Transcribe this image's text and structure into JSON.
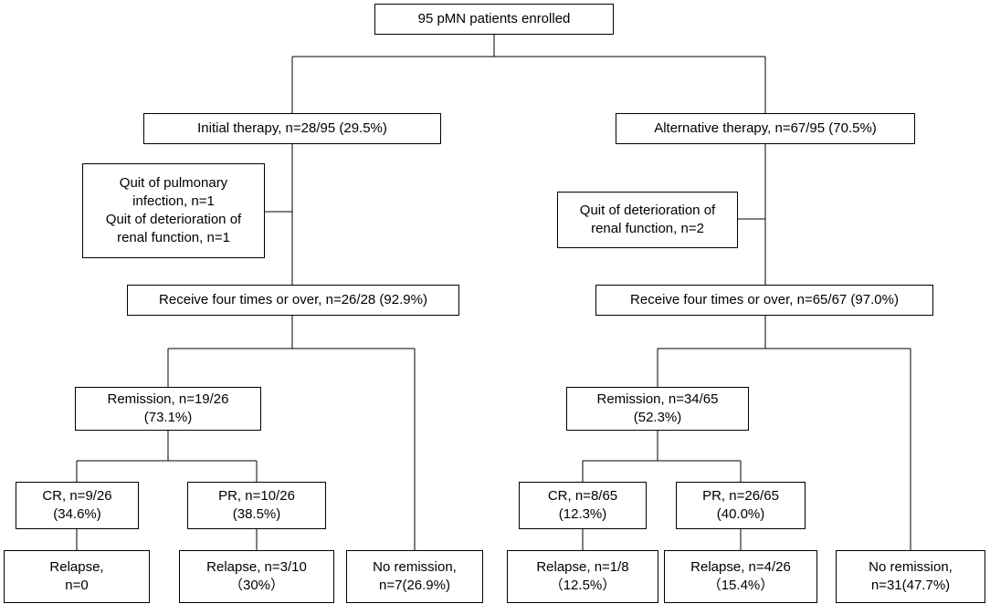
{
  "nodes": {
    "root": {
      "lines": [
        "95 pMN patients enrolled"
      ]
    },
    "initial": {
      "lines": [
        "Initial therapy, n=28/95 (29.5%)"
      ]
    },
    "alternative": {
      "lines": [
        "Alternative therapy, n=67/95 (70.5%)"
      ]
    },
    "quit_left": {
      "lines": [
        "Quit of pulmonary",
        "infection, n=1",
        "Quit of deterioration of",
        "renal function, n=1"
      ]
    },
    "quit_right": {
      "lines": [
        "Quit of deterioration of",
        "renal function, n=2"
      ]
    },
    "receive_left": {
      "lines": [
        "Receive four times or over, n=26/28 (92.9%)"
      ]
    },
    "receive_right": {
      "lines": [
        "Receive four times or over, n=65/67 (97.0%)"
      ]
    },
    "remission_left": {
      "lines": [
        "Remission, n=19/26",
        "(73.1%)"
      ]
    },
    "remission_right": {
      "lines": [
        "Remission, n=34/65",
        "(52.3%)"
      ]
    },
    "cr_left": {
      "lines": [
        "CR, n=9/26",
        "(34.6%)"
      ]
    },
    "pr_left": {
      "lines": [
        "PR, n=10/26",
        "(38.5%)"
      ]
    },
    "cr_right": {
      "lines": [
        "CR, n=8/65",
        "(12.3%)"
      ]
    },
    "pr_right": {
      "lines": [
        "PR, n=26/65",
        "(40.0%)"
      ]
    },
    "relapse_cr_left": {
      "lines": [
        "Relapse,",
        "n=0"
      ]
    },
    "relapse_pr_left": {
      "lines": [
        "Relapse, n=3/10",
        "（30%）"
      ]
    },
    "noremission_left": {
      "lines": [
        "No remission,",
        "n=7(26.9%)"
      ]
    },
    "relapse_cr_right": {
      "lines": [
        "Relapse, n=1/8",
        "（12.5%）"
      ]
    },
    "relapse_pr_right": {
      "lines": [
        "Relapse, n=4/26",
        "（15.4%）"
      ]
    },
    "noremission_right": {
      "lines": [
        "No remission,",
        "n=31(47.7%)"
      ]
    }
  }
}
